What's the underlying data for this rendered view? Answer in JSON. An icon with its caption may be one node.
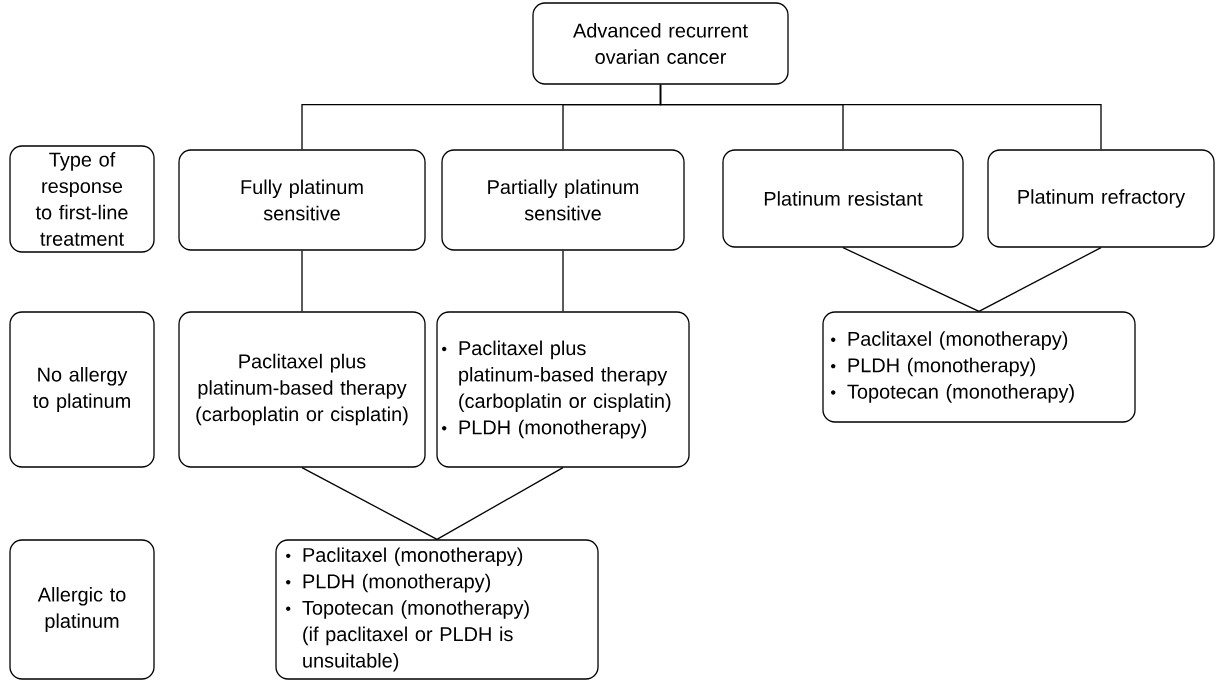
{
  "diagram": {
    "nodes": [
      {
        "text": [
          "Advanced recurrent ovarian cancer"
        ]
      },
      {
        "text": [
          "Type of response to first-line treatment"
        ]
      },
      {
        "text": [
          "Fully platinum sensitive"
        ]
      },
      {
        "text": [
          "Partially platinum sensitive"
        ]
      },
      {
        "text": [
          "Platinum resistant"
        ]
      },
      {
        "text": [
          "Platinum refractory"
        ]
      },
      {
        "text": [
          "No allergy to platinum"
        ]
      },
      {
        "text": [
          "Paclitaxel plus platinum-based therapy (carboplatin or cisplatin)"
        ]
      },
      {
        "text": [
          "Paclitaxel plus platinum-based therapy (carboplatin or cisplatin)",
          "PLDH (monotherapy)"
        ]
      },
      {
        "text": [
          "Paclitaxel (monotherapy)",
          "PLDH (monotherapy)",
          "Topotecan (monotherapy)"
        ]
      },
      {
        "text": [
          "Allergic to platinum"
        ]
      },
      {
        "text": [
          "Paclitaxel (monotherapy)",
          "PLDH (monotherapy)",
          "Topotecan (monotherapy) (if paclitaxel or PLDH is unsuitable)"
        ]
      }
    ],
    "edges": [
      {
        "from": 0,
        "to": 2,
        "arrow": "none"
      },
      {
        "from": 0,
        "to": 3,
        "arrow": "none"
      },
      {
        "from": 0,
        "to": 4,
        "arrow": "none"
      },
      {
        "from": 0,
        "to": 5,
        "arrow": "none"
      },
      {
        "from": 2,
        "to": 7,
        "arrow": "none"
      },
      {
        "from": 3,
        "to": 8,
        "arrow": "none"
      },
      {
        "from": 4,
        "to": 9,
        "arrow": "none"
      },
      {
        "from": 5,
        "to": 9,
        "arrow": "none"
      },
      {
        "from": 7,
        "to": 11,
        "arrow": "none"
      },
      {
        "from": 8,
        "to": 11,
        "arrow": "none"
      }
    ]
  }
}
